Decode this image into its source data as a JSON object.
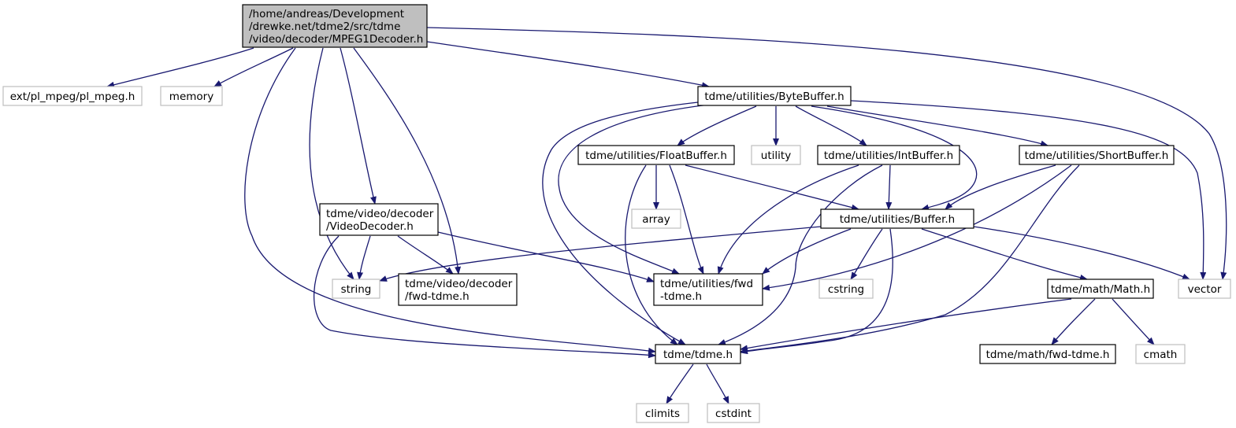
{
  "colors": {
    "edge": "#191970",
    "root_fill": "#bfbfbf",
    "root_stroke": "#000000",
    "local_stroke": "#000000",
    "system_stroke": "#bfbfbf",
    "background": "#ffffff"
  },
  "nodes": {
    "root": {
      "lines": [
        "/home/andreas/Development",
        "/drewke.net/tdme2/src/tdme",
        "/video/decoder/MPEG1Decoder.h"
      ],
      "kind": "root"
    },
    "plmpeg": {
      "lines": [
        "ext/pl_mpeg/pl_mpeg.h"
      ],
      "kind": "system"
    },
    "memory": {
      "lines": [
        "memory"
      ],
      "kind": "system"
    },
    "bytebuffer": {
      "lines": [
        "tdme/utilities/ByteBuffer.h"
      ],
      "kind": "local"
    },
    "floatbuffer": {
      "lines": [
        "tdme/utilities/FloatBuffer.h"
      ],
      "kind": "local"
    },
    "utility": {
      "lines": [
        "utility"
      ],
      "kind": "system"
    },
    "intbuffer": {
      "lines": [
        "tdme/utilities/IntBuffer.h"
      ],
      "kind": "local"
    },
    "shortbuffer": {
      "lines": [
        "tdme/utilities/ShortBuffer.h"
      ],
      "kind": "local"
    },
    "array": {
      "lines": [
        "array"
      ],
      "kind": "system"
    },
    "videodecoder": {
      "lines": [
        "tdme/video/decoder",
        "/VideoDecoder.h"
      ],
      "kind": "local"
    },
    "buffer": {
      "lines": [
        "tdme/utilities/Buffer.h"
      ],
      "kind": "local"
    },
    "string": {
      "lines": [
        "string"
      ],
      "kind": "system"
    },
    "videofwd": {
      "lines": [
        "tdme/video/decoder",
        "/fwd-tdme.h"
      ],
      "kind": "local"
    },
    "utilfwd": {
      "lines": [
        "tdme/utilities/fwd",
        "-tdme.h"
      ],
      "kind": "local"
    },
    "cstring": {
      "lines": [
        "cstring"
      ],
      "kind": "system"
    },
    "mathh": {
      "lines": [
        "tdme/math/Math.h"
      ],
      "kind": "local"
    },
    "vector": {
      "lines": [
        "vector"
      ],
      "kind": "system"
    },
    "tdmeh": {
      "lines": [
        "tdme/tdme.h"
      ],
      "kind": "local"
    },
    "mathfwd": {
      "lines": [
        "tdme/math/fwd-tdme.h"
      ],
      "kind": "local"
    },
    "cmath": {
      "lines": [
        "cmath"
      ],
      "kind": "system"
    },
    "climits": {
      "lines": [
        "climits"
      ],
      "kind": "system"
    },
    "cstdint": {
      "lines": [
        "cstdint"
      ],
      "kind": "system"
    }
  },
  "edges": [
    [
      "root",
      "plmpeg"
    ],
    [
      "root",
      "memory"
    ],
    [
      "root",
      "bytebuffer"
    ],
    [
      "root",
      "vector"
    ],
    [
      "root",
      "tdmeh"
    ],
    [
      "root",
      "string"
    ],
    [
      "root",
      "videodecoder"
    ],
    [
      "root",
      "videofwd"
    ],
    [
      "bytebuffer",
      "floatbuffer"
    ],
    [
      "bytebuffer",
      "utility"
    ],
    [
      "bytebuffer",
      "intbuffer"
    ],
    [
      "bytebuffer",
      "shortbuffer"
    ],
    [
      "bytebuffer",
      "buffer"
    ],
    [
      "bytebuffer",
      "vector"
    ],
    [
      "bytebuffer",
      "tdmeh"
    ],
    [
      "bytebuffer",
      "utilfwd"
    ],
    [
      "floatbuffer",
      "array"
    ],
    [
      "floatbuffer",
      "buffer"
    ],
    [
      "floatbuffer",
      "utilfwd"
    ],
    [
      "floatbuffer",
      "tdmeh"
    ],
    [
      "intbuffer",
      "buffer"
    ],
    [
      "intbuffer",
      "utilfwd"
    ],
    [
      "intbuffer",
      "tdmeh"
    ],
    [
      "shortbuffer",
      "buffer"
    ],
    [
      "shortbuffer",
      "utilfwd"
    ],
    [
      "shortbuffer",
      "tdmeh"
    ],
    [
      "videodecoder",
      "string"
    ],
    [
      "videodecoder",
      "videofwd"
    ],
    [
      "videodecoder",
      "utilfwd"
    ],
    [
      "videodecoder",
      "tdmeh"
    ],
    [
      "buffer",
      "string"
    ],
    [
      "buffer",
      "utilfwd"
    ],
    [
      "buffer",
      "cstring"
    ],
    [
      "buffer",
      "mathh"
    ],
    [
      "buffer",
      "vector"
    ],
    [
      "buffer",
      "tdmeh"
    ],
    [
      "mathh",
      "tdmeh"
    ],
    [
      "mathh",
      "mathfwd"
    ],
    [
      "mathh",
      "cmath"
    ],
    [
      "tdmeh",
      "climits"
    ],
    [
      "tdmeh",
      "cstdint"
    ]
  ]
}
